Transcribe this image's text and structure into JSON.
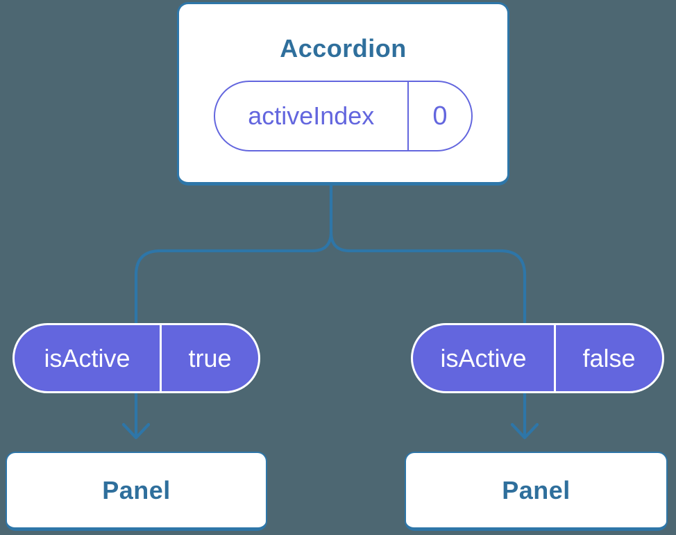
{
  "diagram": {
    "type": "react-component-tree",
    "colors": {
      "background": "#4D6772",
      "node_fill": "#FFFFFF",
      "connector_blue": "#2E76A8",
      "label_blue": "#2F6F9C",
      "state_purple": "#6366DE",
      "prop_text": "#FFFFFF"
    },
    "root": {
      "title": "Accordion",
      "state": {
        "name": "activeIndex",
        "value": "0"
      }
    },
    "children": [
      {
        "prop": {
          "name": "isActive",
          "value": "true"
        },
        "label": "Panel"
      },
      {
        "prop": {
          "name": "isActive",
          "value": "false"
        },
        "label": "Panel"
      }
    ]
  }
}
